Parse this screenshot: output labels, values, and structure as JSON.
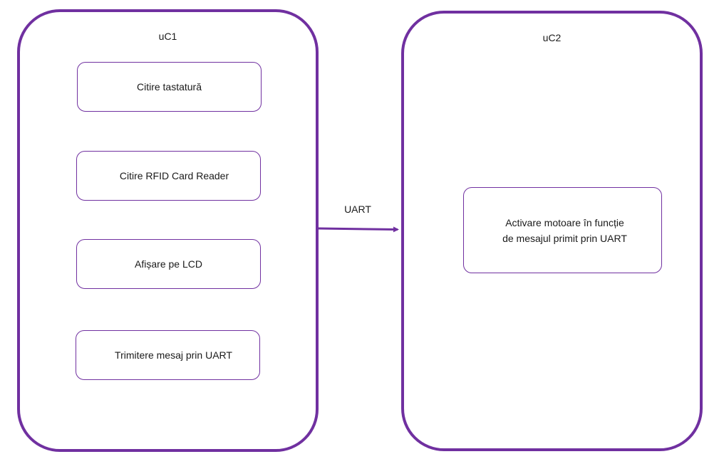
{
  "diagram": {
    "uc1": {
      "title": "uC1",
      "blocks": [
        {
          "label": "Citire tastatură"
        },
        {
          "label": "Citire RFID Card Reader"
        },
        {
          "label": "Afișare pe LCD"
        },
        {
          "label": "Trimitere mesaj prin UART"
        }
      ]
    },
    "uc2": {
      "title": "uC2",
      "blocks": [
        {
          "line1": "Activare motoare în funcție",
          "line2": "de mesajul primit prin UART"
        }
      ]
    },
    "connection": {
      "label": "UART",
      "from": "uC1",
      "to": "uC2"
    },
    "colors": {
      "accent": "#7030A0",
      "text": "#1a1a1a",
      "background": "#ffffff"
    }
  }
}
